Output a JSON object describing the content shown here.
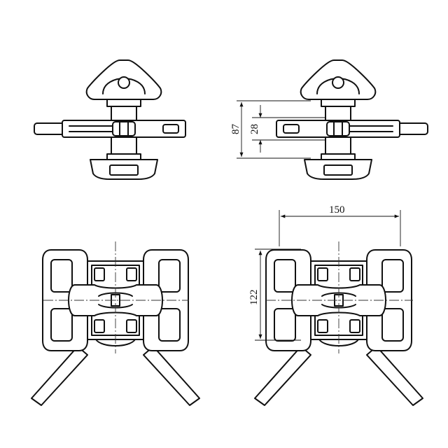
{
  "dimensions": {
    "height_overall": "87",
    "height_inner": "28",
    "width_overall": "150",
    "height_plan": "122"
  },
  "colors": {
    "line": "#111111",
    "background": "#ffffff"
  }
}
